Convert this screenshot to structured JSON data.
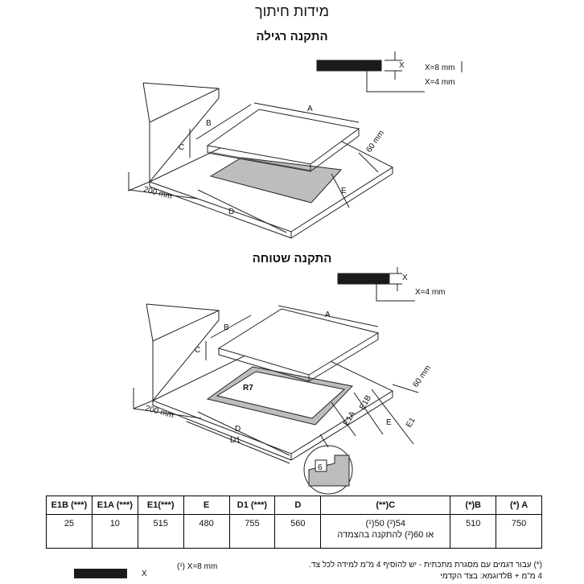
{
  "header": {
    "title": "מידות חיתוך"
  },
  "sections": {
    "standard": {
      "title": "התקנה רגילה",
      "x_label": "X",
      "x_options": [
        "X=8 mm",
        "X=4 mm"
      ],
      "labels": {
        "A": "A",
        "B": "B",
        "C": "C",
        "D": "D",
        "E": "E",
        "m60": "60 mm",
        "m200": "200 mm"
      }
    },
    "flush": {
      "title": "התקנה שטוחה",
      "x_label": "X",
      "x_value": "X=4 mm",
      "labels": {
        "A": "A",
        "B": "B",
        "C": "C",
        "D": "D",
        "D1": "D1",
        "E": "E",
        "E1": "E1",
        "E1A": "E1A",
        "E1B": "E1B",
        "R7": "R7",
        "m60": "60 mm",
        "m200": "200 mm",
        "detail": "6"
      }
    }
  },
  "table": {
    "headers": [
      "E1B (***)",
      "E1A (***)",
      "E1(***)",
      "E",
      "D1 (***)",
      "D",
      "(**)C",
      "(*)B",
      "(*) A"
    ],
    "row": [
      "25",
      "10",
      "515",
      "480",
      "755",
      "560",
      "54(²) 50(¹)",
      "510",
      "750"
    ],
    "c_line2": "או 60(²) להתקנה בהצמדה"
  },
  "footnotes": {
    "x_label": "X",
    "x8": "(¹) X=8 mm",
    "note1": "(*) עבור דגמים עם מסגרת מתכתית - יש להוסיף 4 מ\"מ למידה לכל צד.",
    "note2": "4 מ\"מ + Bלדוגמא: בצד הקדמי"
  }
}
